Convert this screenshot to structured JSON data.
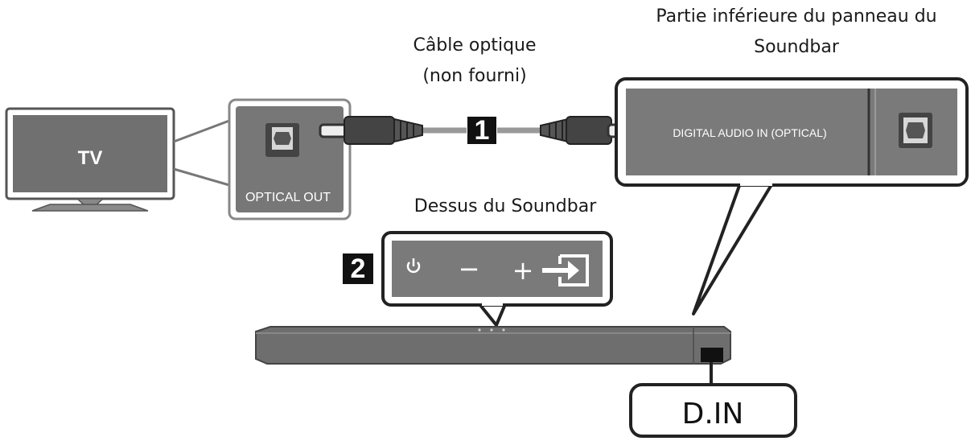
{
  "tv": {
    "label": "TV"
  },
  "tv_port": {
    "label": "OPTICAL OUT"
  },
  "cable": {
    "caption_line1": "Câble optique",
    "caption_line2": "(non fourni)"
  },
  "steps": {
    "step1": "1",
    "step2": "2"
  },
  "soundbar_bottom": {
    "caption_line1": "Partie inférieure du panneau du",
    "caption_line2": "Soundbar",
    "port_label": "DIGITAL AUDIO IN (OPTICAL)"
  },
  "soundbar_top": {
    "caption": "Dessus du Soundbar",
    "buttons": {
      "minus": "−",
      "plus": "+"
    }
  },
  "display": {
    "label": "D.IN"
  },
  "colors": {
    "line": "#111111",
    "device_grey": "#6e6e6e",
    "panel_grey": "#7a7a7a",
    "dark": "#222222"
  },
  "icons": {
    "power": "power-icon",
    "input": "input-source-icon",
    "optical": "optical-port-icon"
  }
}
